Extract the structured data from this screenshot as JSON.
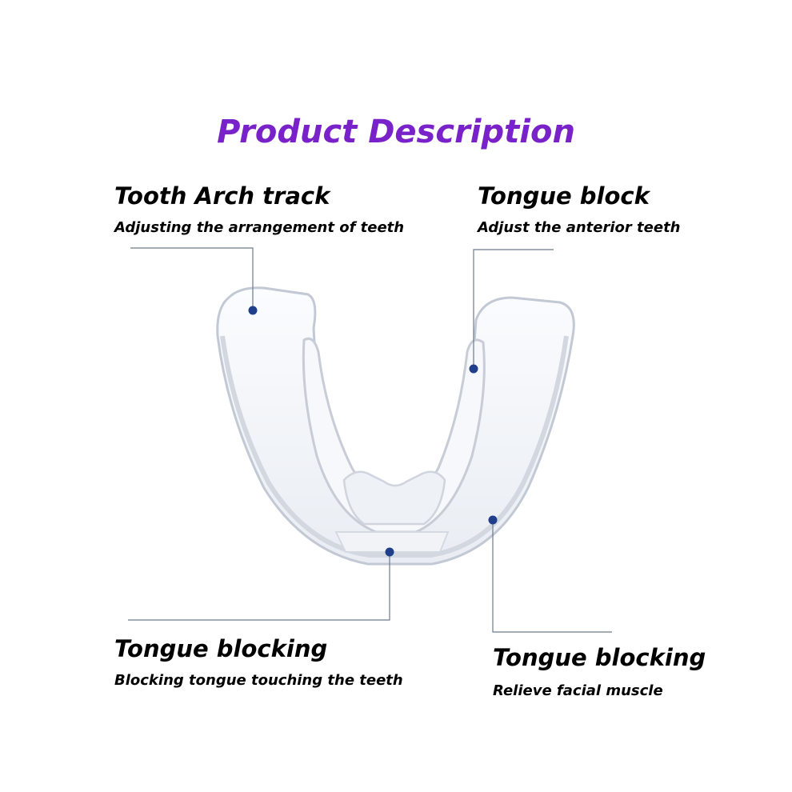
{
  "title": "Product Description",
  "colors": {
    "title": "#7a22c9",
    "callout_dot": "#1f3f8a",
    "leader_line": "#6b7a8c",
    "tray_outline": "#c7ccd6",
    "tray_fill": "#f2f4f8"
  },
  "callouts": [
    {
      "heading": "Tooth Arch track",
      "description": "Adjusting the arrangement of teeth"
    },
    {
      "heading": "Tongue block",
      "description": "Adjust the anterior teeth"
    },
    {
      "heading": "Tongue blocking",
      "description": "Blocking tongue touching the teeth"
    },
    {
      "heading": "Tongue blocking",
      "description": "Relieve facial muscle"
    }
  ]
}
